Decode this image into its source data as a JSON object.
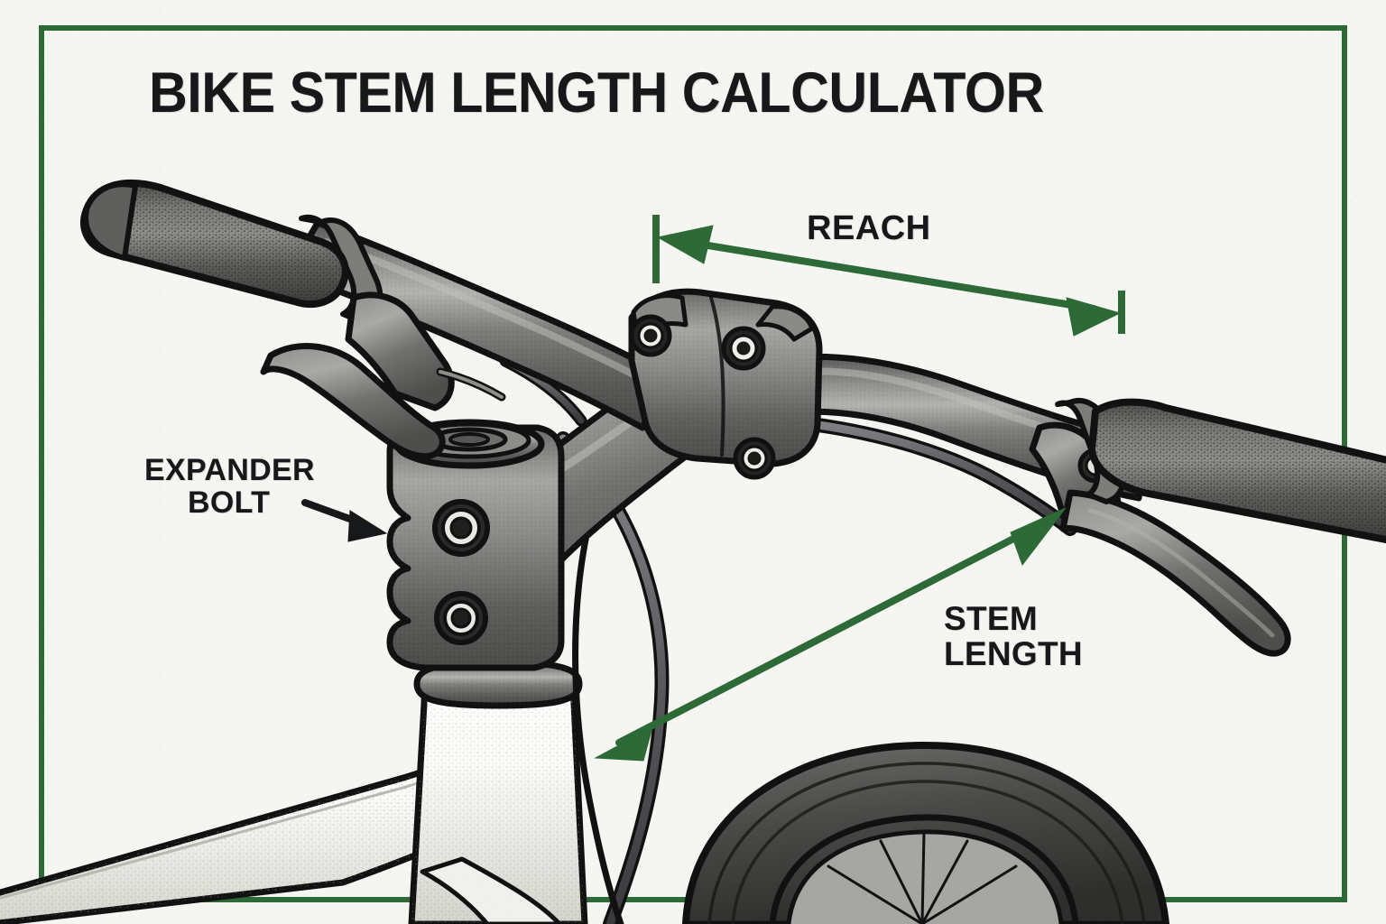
{
  "page": {
    "title": "BIKE STEM LENGTH CALCULATOR",
    "background_color": "#f5f5f1",
    "accent_color": "#2d6a37",
    "ink_color": "#17181a"
  },
  "frame": {
    "name": "green-border",
    "color": "#2d6a37"
  },
  "annotations": {
    "reach": {
      "label": "REACH",
      "color": "#2d6a37",
      "style": "double-headed-arrow-with-end-ticks"
    },
    "stem_length": {
      "label_line1": "STEM",
      "label_line2": "LENGTH",
      "color": "#2d6a37",
      "style": "double-headed-diagonal-arrow"
    },
    "expander_bolt": {
      "label_line1": "EXPANDER",
      "label_line2": "BOLT",
      "color": "#17181a",
      "style": "single-headed-pointer-arrow"
    }
  },
  "illustration": {
    "subject": "bicycle handlebar cockpit",
    "parts": [
      "left-grip",
      "left-brake-lever",
      "handlebar",
      "stem-faceplate",
      "stem-body",
      "steerer-clamp",
      "top-cap-expander-bolt",
      "head-tube",
      "top-tube",
      "down-tube",
      "fork-crown",
      "brake-cables",
      "right-brake-lever",
      "right-grip",
      "front-wheel"
    ]
  }
}
